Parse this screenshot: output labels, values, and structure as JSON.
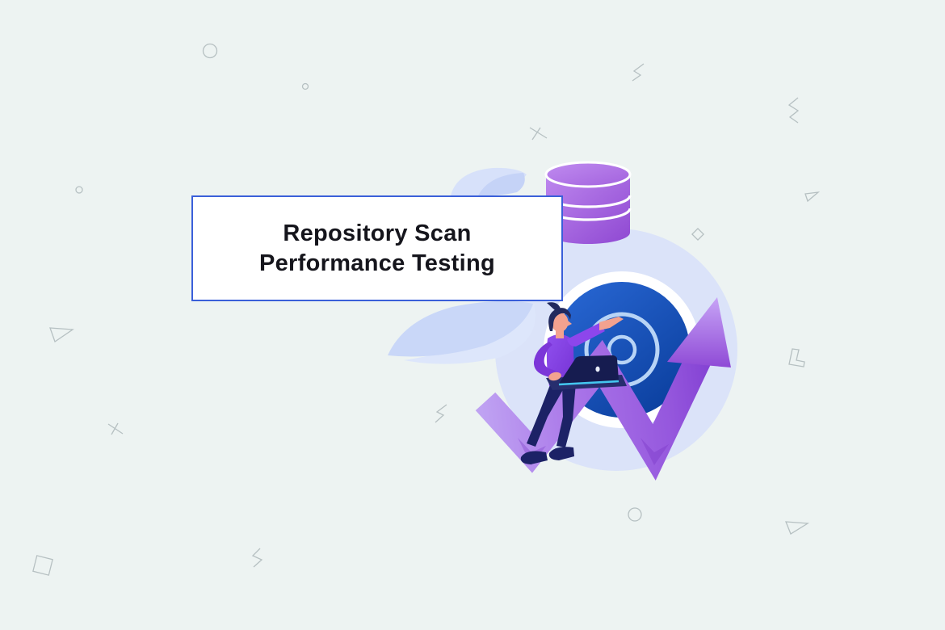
{
  "page": {
    "background_color": "#edf3f2",
    "kind": "banner-illustration"
  },
  "title_card": {
    "line1": "Repository Scan",
    "line2": "Performance Testing",
    "background_color": "#ffffff",
    "border_color": "#3a5fd9",
    "text_color": "#15151c"
  },
  "illustration": {
    "description": "Person standing with laptop pointing at a blue bullseye target, purple database cylinder above, purple zigzag growth arrow rising to the upper right, on a light lavender circle backdrop with leaf accents",
    "elements": [
      "backdrop-circle",
      "leaf-accents",
      "target-bullseye",
      "database-cylinder-icon",
      "growth-arrow-icon",
      "person-with-laptop",
      "laptop-icon"
    ],
    "colors": {
      "backdrop_circle": "#dbe3f9",
      "leaf": "#c9d7f8",
      "leaf_light": "#dde6fb",
      "target_blue_dark": "#0b3f9e",
      "target_blue_light": "#2a69d6",
      "target_ring_white": "#ffffff",
      "target_ring_lightblue": "#b8d4f6",
      "database_purple_light": "#bd87ee",
      "database_purple_dark": "#8f48d2",
      "arrow_purple_light": "#bfa2f2",
      "arrow_purple_dark": "#7e3bd0",
      "skin": "#f3a28f",
      "hair_navy": "#222a5e",
      "sweater_purple": "#8a43e9",
      "pants_navy": "#1c2266",
      "laptop_navy": "#161c50",
      "laptop_edge_cyan": "#44c6ef"
    }
  },
  "decorations": {
    "stroke_color": "#b6c0c2",
    "shapes": [
      "circle-outline-top-left",
      "dot-circle-top",
      "dot-circle-left",
      "x-mark-top-center",
      "squiggle-top-right",
      "lightning-right-upper",
      "diamond-small-right",
      "triangle-outline-right-upper",
      "triangle-outline-left-middle",
      "x-mark-left-lower",
      "squiggle-center",
      "l-shape-right-middle",
      "square-outline-bottom-left",
      "lightning-bottom-left",
      "circle-outline-bottom-center",
      "triangle-outline-bottom-right"
    ]
  }
}
